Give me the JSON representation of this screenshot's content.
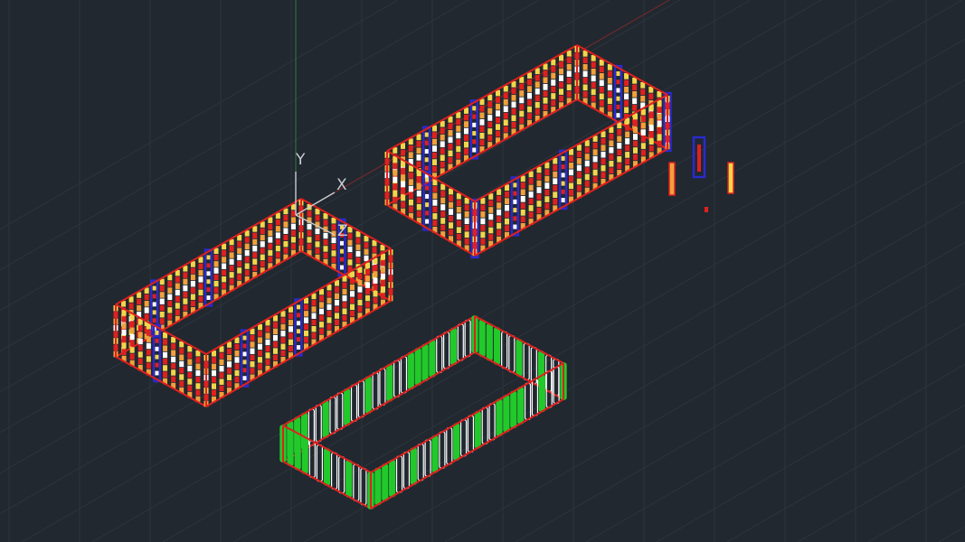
{
  "viewport": {
    "background": "#212830",
    "grid_color": "#2c343d",
    "ucs_y_axis_color": "#2f7d3a",
    "ucs_x_axis_color": "#7a2a2a"
  },
  "ucs_icon": {
    "x_label": "X",
    "y_label": "Y",
    "z_label": "Z",
    "color": "#c9ccd1"
  },
  "objects": [
    {
      "name": "shelving-rack-group-left",
      "type": "storage-rack-loop",
      "style": "loaded-shelves",
      "frame_color": "#e0201e",
      "upright_color": "#2a2ad0"
    },
    {
      "name": "shelving-rack-group-top-right",
      "type": "storage-rack-loop",
      "style": "loaded-shelves",
      "frame_color": "#e0201e",
      "upright_color": "#2a2ad0"
    },
    {
      "name": "partition-panel-loop",
      "type": "panel-loop",
      "style": "green-white-panels",
      "frame_color": "#e0201e",
      "panel_color": "#22c92a"
    },
    {
      "name": "loose-rack-components",
      "type": "components",
      "style": "small-parts",
      "frame_color": "#e0201e"
    }
  ]
}
